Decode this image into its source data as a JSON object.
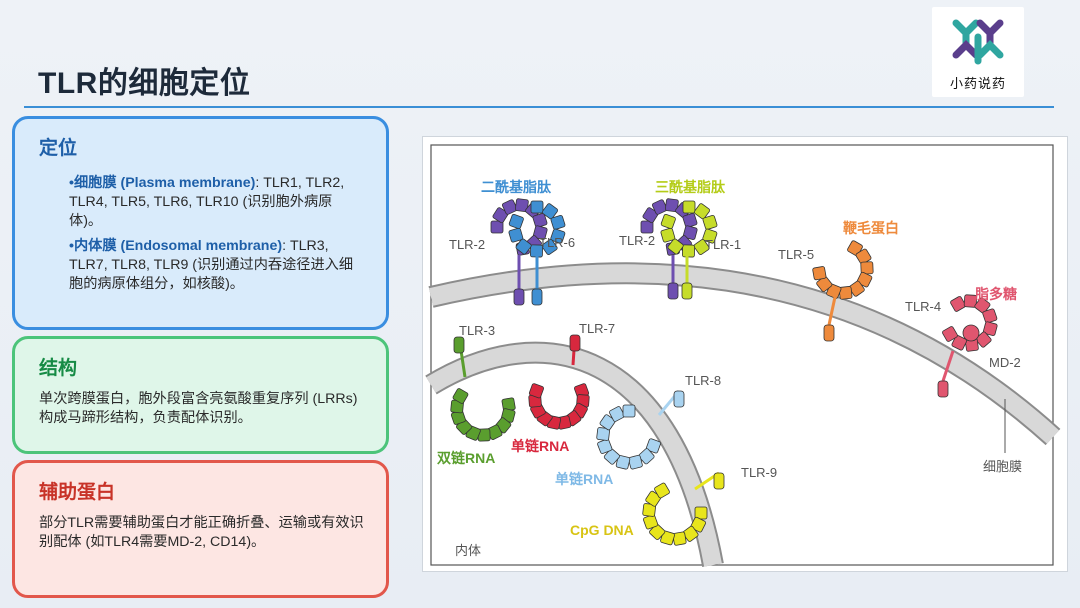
{
  "title": "TLR的细胞定位",
  "logo": {
    "text": "小药说药"
  },
  "cards": {
    "localization": {
      "heading": "定位",
      "plasma_label": "•细胞膜 (Plasma membrane)",
      "plasma_text": ": TLR1, TLR2, TLR4, TLR5, TLR6, TLR10 (识别胞外病原体)。",
      "endo_label": "•内体膜 (Endosomal membrane)",
      "endo_text": ": TLR3, TLR7, TLR8, TLR9 (识别通过内吞途径进入细胞的病原体组分，如核酸)。"
    },
    "structure": {
      "heading": "结构",
      "text": "单次跨膜蛋白，胞外段富含亮氨酸重复序列 (LRRs) 构成马蹄形结构，负责配体识别。"
    },
    "auxiliary": {
      "heading": "辅助蛋白",
      "text": "部分TLR需要辅助蛋白才能正确折叠、运输或有效识别配体 (如TLR4需要MD-2, CD14)。"
    }
  },
  "diagram": {
    "ligands": {
      "diacyl": "二酰基脂肽",
      "triacyl": "三酰基脂肽",
      "flagellin": "鞭毛蛋白",
      "lps": "脂多糖",
      "dsrna": "双链RNA",
      "ssrna7": "单链RNA",
      "ssrna8": "单链RNA",
      "cpg": "CpG DNA"
    },
    "receptors": {
      "tlr2a": "TLR-2",
      "tlr6": "TLR-6",
      "tlr2b": "TLR-2",
      "tlr1": "TLR-1",
      "tlr5": "TLR-5",
      "tlr4": "TLR-4",
      "md2": "MD-2",
      "tlr3": "TLR-3",
      "tlr7": "TLR-7",
      "tlr8": "TLR-8",
      "tlr9": "TLR-9"
    },
    "regions": {
      "membrane": "细胞膜",
      "endosome": "内体"
    },
    "colors": {
      "purple": "#6e4fb0",
      "blue": "#3f8fd2",
      "lime": "#c6dc2a",
      "orange": "#ee8a3c",
      "pink": "#e0566f",
      "green": "#5a9e2e",
      "red": "#d8283e",
      "lightblue": "#a9d3f0",
      "yellow": "#e8e51c"
    }
  }
}
